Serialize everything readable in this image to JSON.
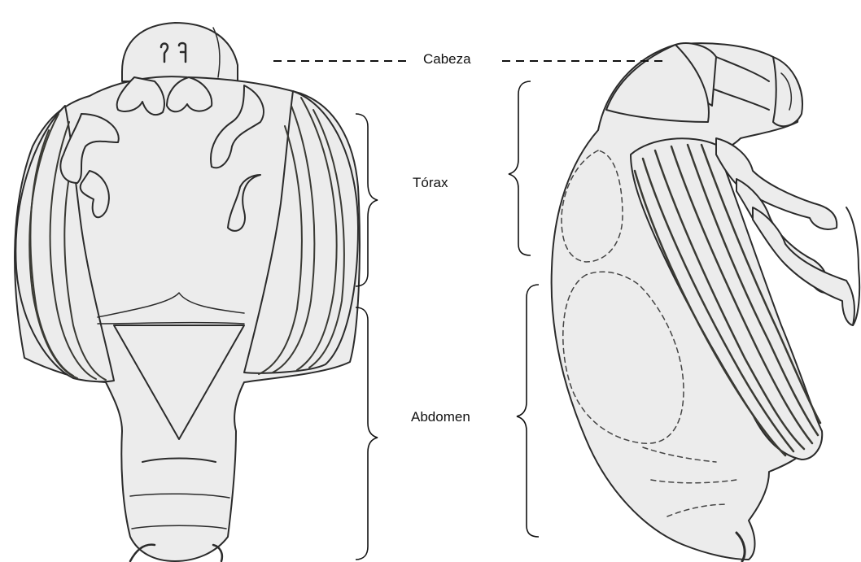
{
  "labels": {
    "head": "Cabeza",
    "thorax": "Tórax",
    "abdomen": "Abdomen"
  },
  "colors": {
    "body_fill": "#ececec",
    "outline": "#2b2b2b",
    "elytra_stripe": "#3a3a34"
  }
}
